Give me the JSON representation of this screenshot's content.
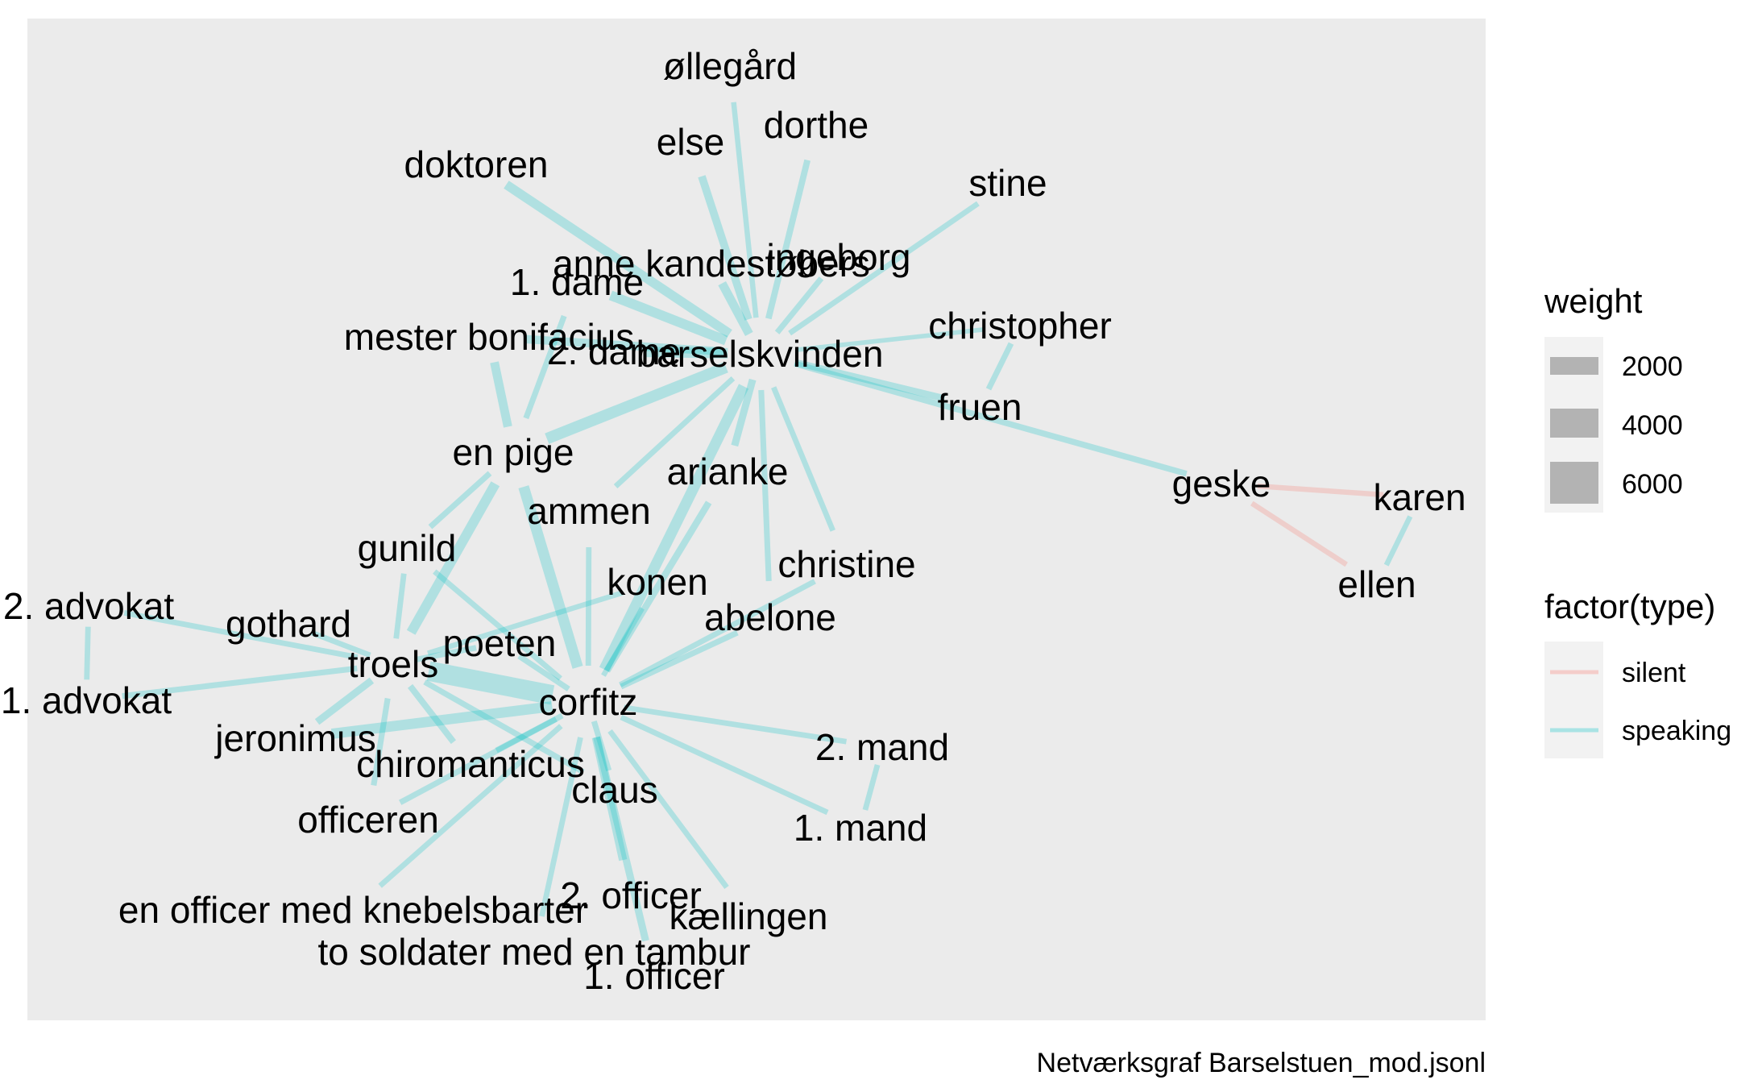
{
  "caption": "Netværksgraf Barselstuen_mod.jsonl",
  "colors": {
    "panel_background": "#ebebeb",
    "speaking": "#00bfc4",
    "silent": "#f8766d",
    "legend_key": "#b3b3b3"
  },
  "legend": {
    "weight": {
      "title": "weight",
      "labels": [
        "2000",
        "4000",
        "6000"
      ]
    },
    "type": {
      "title": "factor(type)",
      "labels": [
        "silent",
        "speaking"
      ]
    }
  },
  "nodes": [
    "øllegård",
    "dorthe",
    "else",
    "doktoren",
    "stine",
    "ingeborg",
    "anne kandestøbers",
    "1. dame",
    "mester bonifacius",
    "2. dame",
    "barselskvinden",
    "christopher",
    "fruen",
    "en pige",
    "arianke",
    "geske",
    "karen",
    "ammen",
    "ellen",
    "gunild",
    "christine",
    "konen",
    "2. advokat",
    "gothard",
    "abelone",
    "poeten",
    "troels",
    "1. advokat",
    "corfitz",
    "jeronimus",
    "2. mand",
    "chiromanticus",
    "claus",
    "1. mand",
    "officeren",
    "2. officer",
    "en officer med knebelsbarter",
    "kællingen",
    "to soldater med en tambur",
    "1. officer"
  ],
  "edges": [
    {
      "source": "barselskvinden",
      "target": "øllegård",
      "type": "speaking",
      "weight": 800
    },
    {
      "source": "barselskvinden",
      "target": "dorthe",
      "type": "speaking",
      "weight": 1200
    },
    {
      "source": "barselskvinden",
      "target": "else",
      "type": "speaking",
      "weight": 1800
    },
    {
      "source": "barselskvinden",
      "target": "doktoren",
      "type": "speaking",
      "weight": 2400
    },
    {
      "source": "barselskvinden",
      "target": "stine",
      "type": "speaking",
      "weight": 900
    },
    {
      "source": "barselskvinden",
      "target": "ingeborg",
      "type": "speaking",
      "weight": 1000
    },
    {
      "source": "barselskvinden",
      "target": "anne kandestøbers",
      "type": "speaking",
      "weight": 2200
    },
    {
      "source": "barselskvinden",
      "target": "1. dame",
      "type": "speaking",
      "weight": 2600
    },
    {
      "source": "barselskvinden",
      "target": "2. dame",
      "type": "speaking",
      "weight": 2800
    },
    {
      "source": "barselskvinden",
      "target": "mester bonifacius",
      "type": "speaking",
      "weight": 2000
    },
    {
      "source": "barselskvinden",
      "target": "en pige",
      "type": "speaking",
      "weight": 3200
    },
    {
      "source": "barselskvinden",
      "target": "ammen",
      "type": "speaking",
      "weight": 900
    },
    {
      "source": "barselskvinden",
      "target": "arianke",
      "type": "speaking",
      "weight": 1600
    },
    {
      "source": "barselskvinden",
      "target": "christine",
      "type": "speaking",
      "weight": 900
    },
    {
      "source": "barselskvinden",
      "target": "abelone",
      "type": "speaking",
      "weight": 1000
    },
    {
      "source": "barselskvinden",
      "target": "fruen",
      "type": "speaking",
      "weight": 1400
    },
    {
      "source": "barselskvinden",
      "target": "christopher",
      "type": "speaking",
      "weight": 500
    },
    {
      "source": "barselskvinden",
      "target": "geske",
      "type": "speaking",
      "weight": 1100
    },
    {
      "source": "barselskvinden",
      "target": "corfitz",
      "type": "speaking",
      "weight": 3000
    },
    {
      "source": "christopher",
      "target": "fruen",
      "type": "speaking",
      "weight": 1000
    },
    {
      "source": "geske",
      "target": "karen",
      "type": "silent",
      "weight": 800
    },
    {
      "source": "geske",
      "target": "ellen",
      "type": "silent",
      "weight": 800
    },
    {
      "source": "karen",
      "target": "ellen",
      "type": "speaking",
      "weight": 800
    },
    {
      "source": "en pige",
      "target": "mester bonifacius",
      "type": "speaking",
      "weight": 2200
    },
    {
      "source": "en pige",
      "target": "1. dame",
      "type": "speaking",
      "weight": 1000
    },
    {
      "source": "en pige",
      "target": "troels",
      "type": "speaking",
      "weight": 2600
    },
    {
      "source": "en pige",
      "target": "corfitz",
      "type": "speaking",
      "weight": 3000
    },
    {
      "source": "en pige",
      "target": "gunild",
      "type": "speaking",
      "weight": 1000
    },
    {
      "source": "ammen",
      "target": "corfitz",
      "type": "speaking",
      "weight": 900
    },
    {
      "source": "arianke",
      "target": "corfitz",
      "type": "speaking",
      "weight": 1400
    },
    {
      "source": "konen",
      "target": "corfitz",
      "type": "speaking",
      "weight": 800
    },
    {
      "source": "konen",
      "target": "troels",
      "type": "speaking",
      "weight": 800
    },
    {
      "source": "abelone",
      "target": "corfitz",
      "type": "speaking",
      "weight": 1000
    },
    {
      "source": "christine",
      "target": "corfitz",
      "type": "speaking",
      "weight": 900
    },
    {
      "source": "gunild",
      "target": "troels",
      "type": "speaking",
      "weight": 900
    },
    {
      "source": "gunild",
      "target": "corfitz",
      "type": "speaking",
      "weight": 900
    },
    {
      "source": "2. advokat",
      "target": "1. advokat",
      "type": "speaking",
      "weight": 900
    },
    {
      "source": "2. advokat",
      "target": "troels",
      "type": "speaking",
      "weight": 900
    },
    {
      "source": "gothard",
      "target": "troels",
      "type": "speaking",
      "weight": 900
    },
    {
      "source": "1. advokat",
      "target": "troels",
      "type": "speaking",
      "weight": 1000
    },
    {
      "source": "troels",
      "target": "corfitz",
      "type": "speaking",
      "weight": 6500
    },
    {
      "source": "poeten",
      "target": "corfitz",
      "type": "speaking",
      "weight": 1000
    },
    {
      "source": "poeten",
      "target": "troels",
      "type": "speaking",
      "weight": 1000
    },
    {
      "source": "jeronimus",
      "target": "corfitz",
      "type": "speaking",
      "weight": 2800
    },
    {
      "source": "jeronimus",
      "target": "troels",
      "type": "speaking",
      "weight": 1600
    },
    {
      "source": "chiromanticus",
      "target": "corfitz",
      "type": "speaking",
      "weight": 1000
    },
    {
      "source": "chiromanticus",
      "target": "troels",
      "type": "speaking",
      "weight": 1200
    },
    {
      "source": "claus",
      "target": "corfitz",
      "type": "speaking",
      "weight": 1000
    },
    {
      "source": "claus",
      "target": "troels",
      "type": "speaking",
      "weight": 1000
    },
    {
      "source": "corfitz",
      "target": "2. mand",
      "type": "speaking",
      "weight": 900
    },
    {
      "source": "corfitz",
      "target": "1. mand",
      "type": "speaking",
      "weight": 900
    },
    {
      "source": "2. mand",
      "target": "1. mand",
      "type": "speaking",
      "weight": 900
    },
    {
      "source": "officeren",
      "target": "corfitz",
      "type": "speaking",
      "weight": 1000
    },
    {
      "source": "officeren",
      "target": "troels",
      "type": "speaking",
      "weight": 1000
    },
    {
      "source": "en officer med knebelsbarter",
      "target": "corfitz",
      "type": "speaking",
      "weight": 900
    },
    {
      "source": "corfitz",
      "target": "2. officer",
      "type": "speaking",
      "weight": 2000
    },
    {
      "source": "corfitz",
      "target": "1. officer",
      "type": "speaking",
      "weight": 1600
    },
    {
      "source": "corfitz",
      "target": "kællingen",
      "type": "speaking",
      "weight": 900
    },
    {
      "source": "corfitz",
      "target": "to soldater med en tambur",
      "type": "speaking",
      "weight": 900
    }
  ]
}
